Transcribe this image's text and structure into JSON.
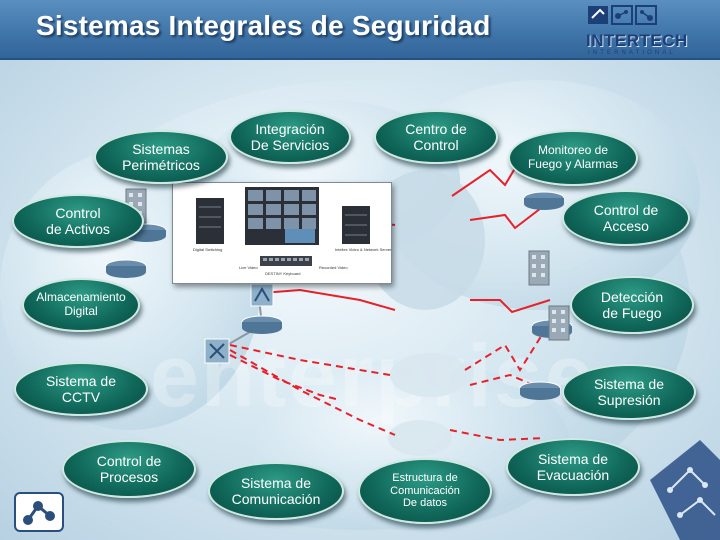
{
  "header": {
    "title": "Sistemas Integrales de Seguridad",
    "logo": {
      "name": "INTERTECH",
      "subtitle": "INTERNATIONAL",
      "icon": "intertech-logo-squares"
    }
  },
  "watermark": "enterprise",
  "panel": {
    "labels": [
      "Digital Switching",
      "Live Video",
      "DESTINY Keyboard",
      "Recorded Video",
      "Intellex Video & Network Server"
    ]
  },
  "nodes": [
    {
      "id": "integracion",
      "label": "Integración\nDe Servicios"
    },
    {
      "id": "centro",
      "label": "Centro de\nControl"
    },
    {
      "id": "perimetricos",
      "label": "Sistemas\nPerimétricos"
    },
    {
      "id": "monitoreo",
      "label": "Monitoreo de\nFuego y Alarmas"
    },
    {
      "id": "activos",
      "label": "Control\nde Activos"
    },
    {
      "id": "acceso",
      "label": "Control de\nAcceso"
    },
    {
      "id": "almacenamiento",
      "label": "Almacenamiento\nDigital"
    },
    {
      "id": "deteccion",
      "label": "Detección\nde Fuego"
    },
    {
      "id": "cctv",
      "label": "Sistema de\nCCTV"
    },
    {
      "id": "supresion",
      "label": "Sistema de\nSupresión"
    },
    {
      "id": "procesos",
      "label": "Control de\nProcesos"
    },
    {
      "id": "evacuacion",
      "label": "Sistema de\nEvacuación"
    },
    {
      "id": "comunicacion",
      "label": "Sistema de\nComunicación"
    },
    {
      "id": "estructura",
      "label": "Estructura de\nComunicación\nDe datos"
    }
  ],
  "colors": {
    "header": "#3f74a8",
    "node": "#0f6659",
    "link_red": "#e8202a",
    "logo": "#1d3f78"
  }
}
